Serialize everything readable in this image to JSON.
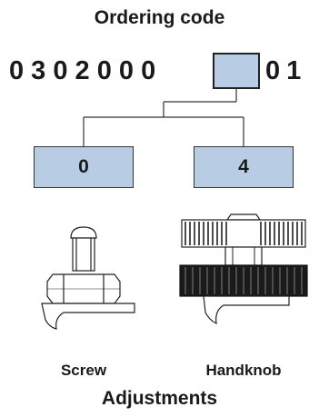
{
  "title": "Ordering code",
  "code": {
    "prefix": "0 3 0 2 0 0 0",
    "suffix": "0 1"
  },
  "options": [
    {
      "value": "0",
      "label": "Screw"
    },
    {
      "value": "4",
      "label": "Handknob"
    }
  ],
  "footer": "Adjustments",
  "colors": {
    "box_fill": "#b8cce4",
    "line": "#333333"
  }
}
